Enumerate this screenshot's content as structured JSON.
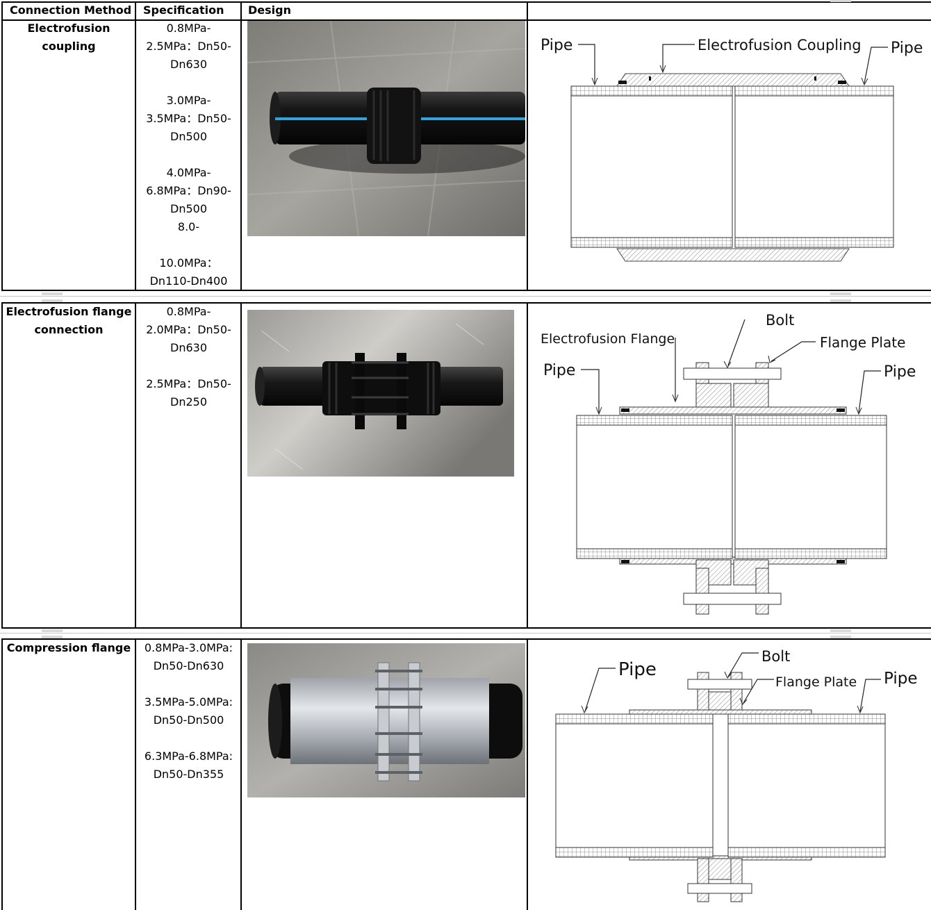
{
  "header": {
    "col_method": "Connection Method",
    "col_spec": "Specification",
    "col_design": "Design",
    "col_drawing": ""
  },
  "rows": [
    {
      "method": "Electrofusion coupling",
      "spec_lines": [
        "0.8MPa-",
        "2.5MPa：Dn50-",
        "Dn630",
        "",
        "3.0MPa-",
        "3.5MPa：Dn50-",
        "Dn500",
        "",
        "4.0MPa-",
        "6.8MPa：Dn90-",
        "Dn500",
        "8.0-",
        "",
        "10.0MPa：",
        "Dn110-Dn400"
      ],
      "drawing_labels": {
        "pipe_left": "Pipe",
        "coupling": "Electrofusion Coupling",
        "pipe_right": "Pipe"
      }
    },
    {
      "method": "Electrofusion flange connection",
      "spec_lines": [
        "0.8MPa-",
        "2.0MPa：Dn50-",
        "Dn630",
        "",
        "2.5MPa：Dn50-",
        "Dn250"
      ],
      "drawing_labels": {
        "bolt": "Bolt",
        "electrofusion_flange": "Electrofusion Flange",
        "flange_plate": "Flange Plate",
        "pipe_left": "Pipe",
        "pipe_right": "Pipe"
      }
    },
    {
      "method": "Compression flange",
      "spec_lines": [
        "0.8MPa-3.0MPa:",
        "Dn50-Dn630",
        "",
        "3.5MPa-5.0MPa:",
        "Dn50-Dn500",
        "",
        "6.3MPa-6.8MPa:",
        "Dn50-Dn355"
      ],
      "drawing_labels": {
        "bolt": "Bolt",
        "pipe_left": "Pipe",
        "flange_plate": "Flange Plate",
        "pipe_right": "Pipe"
      }
    }
  ],
  "colors": {
    "pipe_black": "#111111",
    "stripe_blue": "#2aa7e0",
    "steel": "#b9bec4",
    "bench": "#8f8e8a"
  }
}
